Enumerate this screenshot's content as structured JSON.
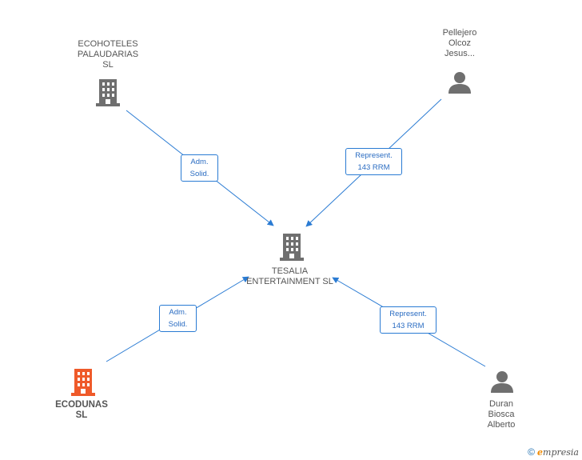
{
  "nodes": {
    "center": {
      "lines": [
        "TESALIA",
        "ENTERTAINMENT SL"
      ]
    },
    "ecohoteles": {
      "lines": [
        "ECOHOTELES",
        "PALAUDARIAS",
        "SL"
      ]
    },
    "pellejero": {
      "lines": [
        "Pellejero",
        "Olcoz",
        "Jesus..."
      ]
    },
    "ecodunas": {
      "lines": [
        "ECODUNAS",
        "SL"
      ]
    },
    "duran": {
      "lines": [
        "Duran",
        "Biosca",
        "Alberto"
      ]
    }
  },
  "edges": {
    "ecohoteles": {
      "lines": [
        "Adm.",
        "Solid."
      ]
    },
    "pellejero": {
      "lines": [
        "Represent.",
        "143 RRM"
      ]
    },
    "ecodunas": {
      "lines": [
        "Adm.",
        "Solid."
      ]
    },
    "duran": {
      "lines": [
        "Represent.",
        "143 RRM"
      ]
    }
  },
  "footer": {
    "copyright": "©",
    "brand_e": "e",
    "brand_rest": "mpresia"
  },
  "colors": {
    "edge": "#2a7bd3",
    "company_icon": "#6f6f6f",
    "highlight_icon": "#ef5a2a",
    "person_icon": "#6f6f6f"
  }
}
